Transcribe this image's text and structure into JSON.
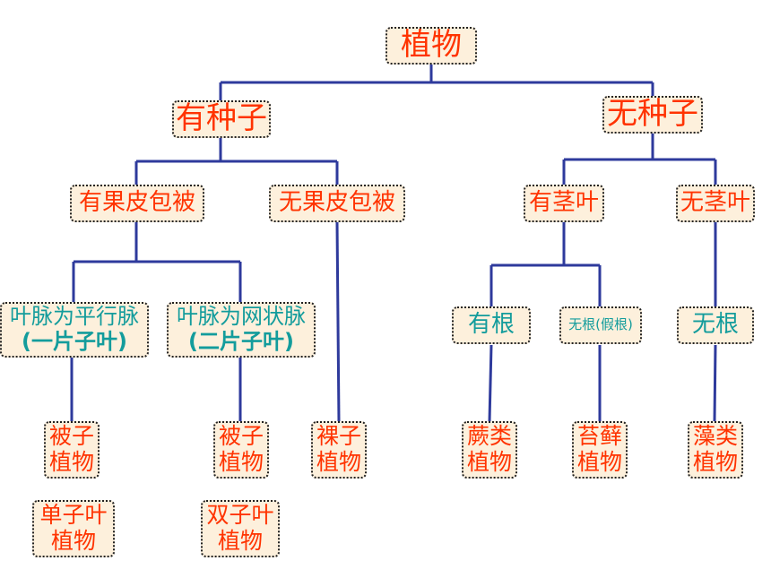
{
  "nodes": {
    "root": "植物",
    "seed": "有种子",
    "noseed": "无种子",
    "pericarp": "有果皮包被",
    "nopericarp": "无果皮包被",
    "stemleaf": "有茎叶",
    "nostemleaf": "无茎叶",
    "parallel_l1": "叶脉为平行脉",
    "parallel_l2": "(一片子叶)",
    "netted_l1": "叶脉为网状脉",
    "netted_l2": "(二片子叶)",
    "root_yes": "有根",
    "root_no": "无根(假根)",
    "root_none": "无根",
    "angio1_l1": "被子",
    "angio1_l2": "植物",
    "angio2_l1": "被子",
    "angio2_l2": "植物",
    "gymno_l1": "裸子",
    "gymno_l2": "植物",
    "fern_l1": "蕨类",
    "fern_l2": "植物",
    "moss_l1": "苔藓",
    "moss_l2": "植物",
    "algae_l1": "藻类",
    "algae_l2": "植物",
    "monocot_l1": "单子叶",
    "monocot_l2": "植物",
    "dicot_l1": "双子叶",
    "dicot_l2": "植物"
  },
  "colors": {
    "line": "#2e3a9c",
    "red_text": "#ff3300",
    "teal_text": "#139c9c",
    "node_fill": "#fdf0dc"
  }
}
